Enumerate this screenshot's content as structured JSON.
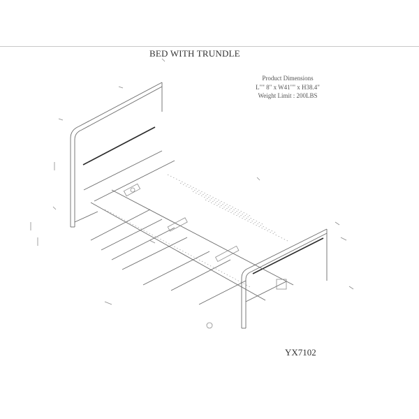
{
  "diagram": {
    "title": "BED WITH TRUNDLE",
    "dimensions": {
      "heading": "Product Dimensions",
      "size_line": "L\"\" 8\" x W41\"\" x H38.4\"",
      "weight_line": "Weight Limit : 200LBS"
    },
    "model_number": "YX7102"
  },
  "colors": {
    "background": "#ffffff",
    "line": "#6a6a6a",
    "bar": "#2a2a2a",
    "rule": "#c8c8c8"
  }
}
